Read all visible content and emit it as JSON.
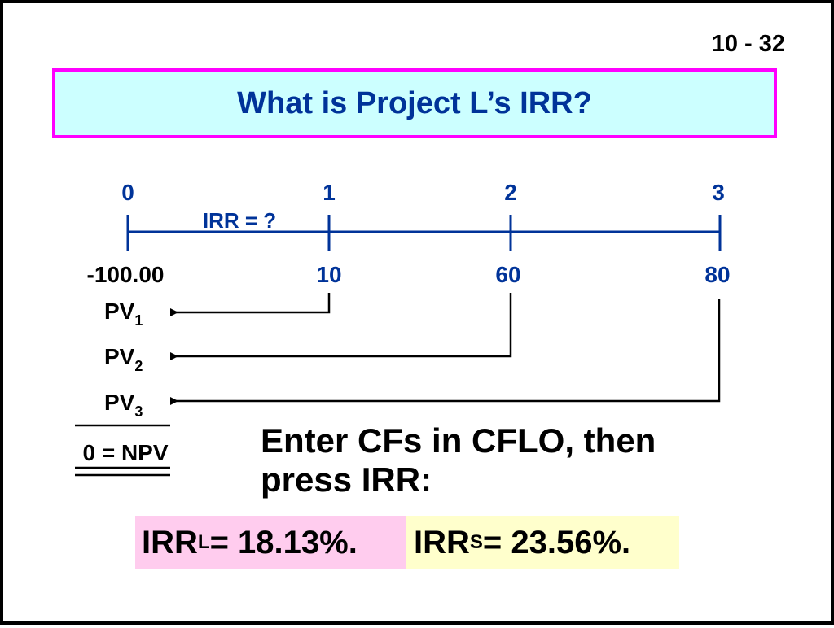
{
  "slide": {
    "page_number": "10 - 32",
    "title": "What is Project L’s IRR?",
    "colors": {
      "title_text": "#003399",
      "title_border": "#ff00ff",
      "title_fill": "#ccffff",
      "timeline": "#003399",
      "irr_l_fill": "#ffccee",
      "irr_s_fill": "#ffffcc"
    }
  },
  "timeline": {
    "periods": [
      "0",
      "1",
      "2",
      "3"
    ],
    "rate_label": "IRR = ?",
    "cash_flows": [
      "-100.00",
      "10",
      "60",
      "80"
    ]
  },
  "pv_terms": [
    {
      "label": "PV",
      "sub": "1"
    },
    {
      "label": "PV",
      "sub": "2"
    },
    {
      "label": "PV",
      "sub": "3"
    }
  ],
  "npv_label": "0 = NPV",
  "instruction": {
    "line1": "Enter CFs in CFLO, then",
    "line2": "press IRR:"
  },
  "results": {
    "irr_l": {
      "label": "IRR",
      "sub": "L",
      "value": " = 18.13%."
    },
    "irr_s": {
      "label": "IRR",
      "sub": "S",
      "value": " = 23.56%."
    }
  }
}
